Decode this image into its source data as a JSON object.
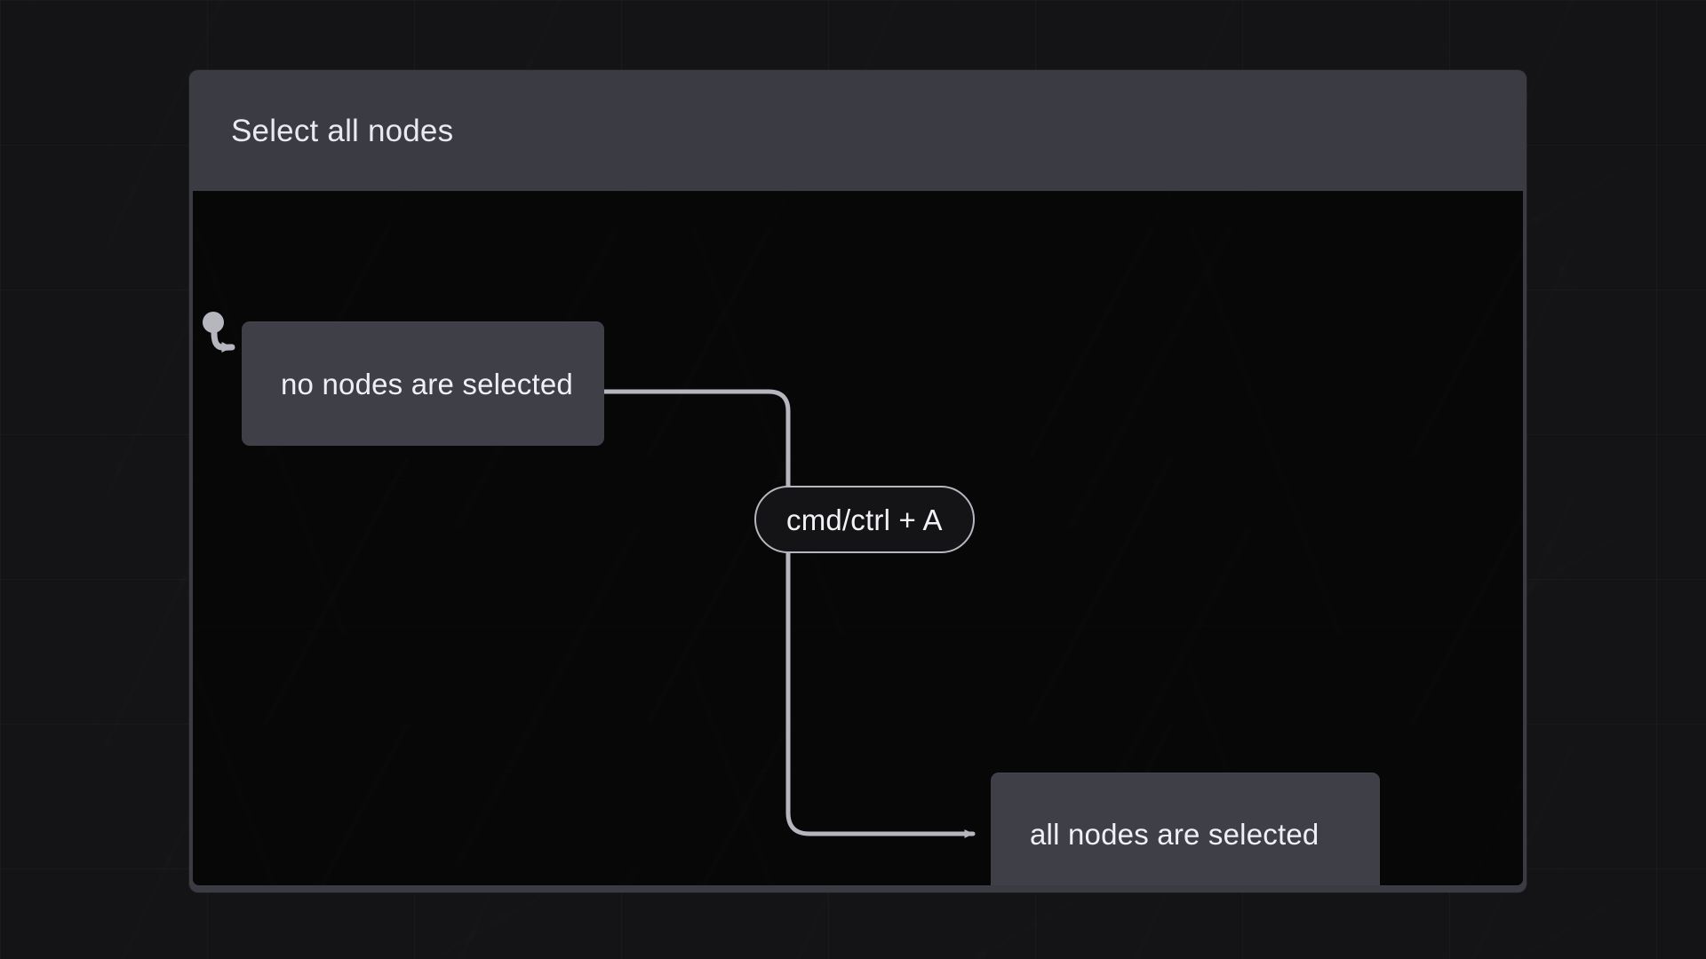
{
  "machine": {
    "title": "Select all nodes",
    "colors": {
      "panel": "#3b3b44",
      "node_fill": "#3f3f48",
      "canvas": "#070708",
      "edge_stroke": "#b6b6bf",
      "text": "#f0f0f4",
      "backdrop": "#141416"
    },
    "initial_marker": {
      "name": "initial-state-marker",
      "target": "no nodes are selected"
    },
    "states": [
      {
        "id": "no-selection",
        "label": "no nodes are selected",
        "initial": true
      },
      {
        "id": "all-selected",
        "label": "all nodes are selected",
        "initial": false
      }
    ],
    "transitions": [
      {
        "id": "select-all",
        "event": "cmd/ctrl + A",
        "source": "no nodes are selected",
        "target": "all nodes are selected"
      }
    ]
  }
}
